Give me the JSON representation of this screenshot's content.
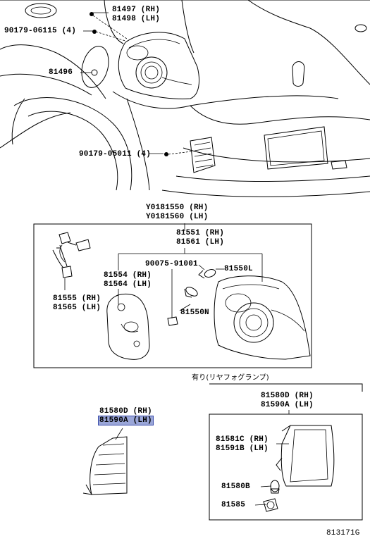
{
  "top_section": {
    "part_81497": "81497 (RH)",
    "part_81498": "81498 (LH)",
    "part_90179_06115": "90179-06115 (4)",
    "part_81496": "81496",
    "part_90179_05011": "90179-05011 (4)"
  },
  "assembly_box": {
    "part_y0181550": "Y0181550 (RH)",
    "part_y0181560": "Y0181560 (LH)",
    "part_81551": "81551 (RH)",
    "part_81561": "81561 (LH)",
    "part_90075": "90075-91001",
    "part_81550l": "81550L",
    "part_81554": "81554 (RH)",
    "part_81564": "81564 (LH)",
    "part_81555": "81555 (RH)",
    "part_81565": "81565 (LH)",
    "part_81550n": "81550N"
  },
  "fog_section": {
    "note": "有り(リヤフォグランプ)",
    "part_81580d_box": "81580D (RH)",
    "part_81590a_box": "81590A (LH)",
    "part_81581c": "81581C (RH)",
    "part_81591b": "81591B (LH)",
    "part_81580b": "81580B",
    "part_81585": "81585"
  },
  "left_reflector": {
    "part_81580d": "81580D (RH)",
    "part_81590a": "81590A (LH)"
  },
  "footer": {
    "diagram_id": "813171G"
  }
}
